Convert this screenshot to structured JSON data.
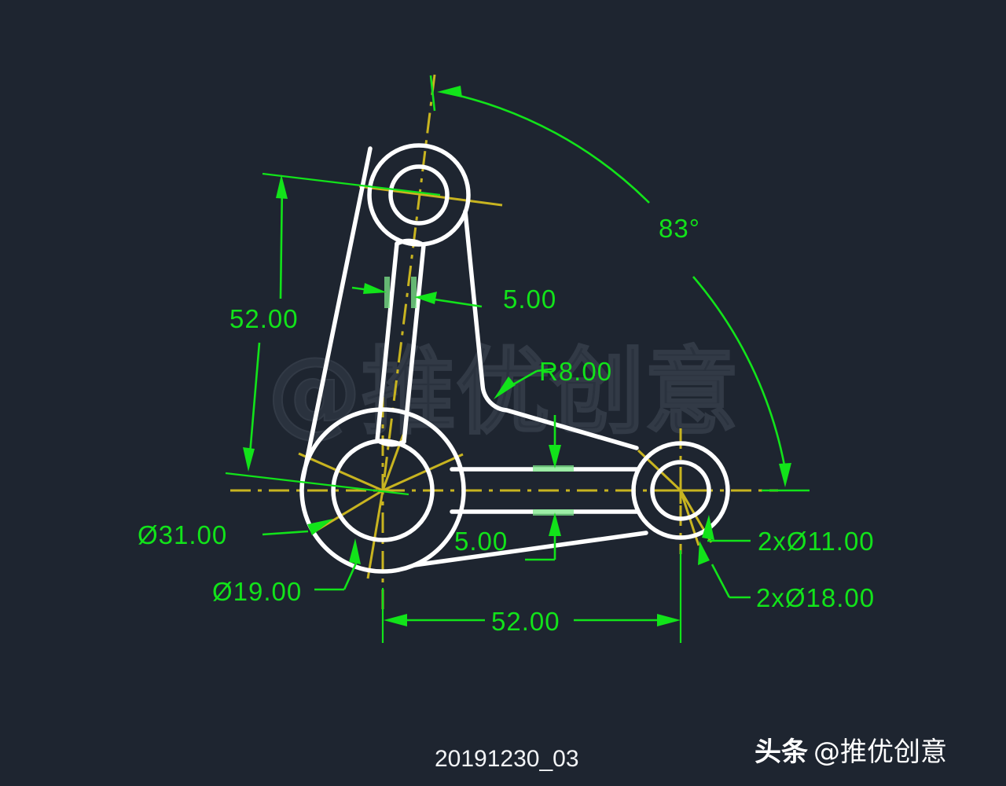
{
  "drawing": {
    "title_label": "20191230_03",
    "background_color": "#1e2530",
    "part_line_color": "#ffffff",
    "dimension_color": "#12e31a",
    "centerline_color": "#c8b420",
    "watermark_text": "@推优创意"
  },
  "branding": {
    "platform": "头条",
    "handle": "@推优创意"
  },
  "dimensions": {
    "vertical_height": "52.00",
    "horizontal_length": "52.00",
    "upper_arm_width": "5.00",
    "lower_arm_width": "5.00",
    "fillet_radius": "R8.00",
    "hub_outer_dia": "Ø31.00",
    "hub_bore_dia": "Ø19.00",
    "boss_outer_dia": "2xØ18.00",
    "boss_bore_dia": "2xØ11.00",
    "angle": "83°"
  }
}
